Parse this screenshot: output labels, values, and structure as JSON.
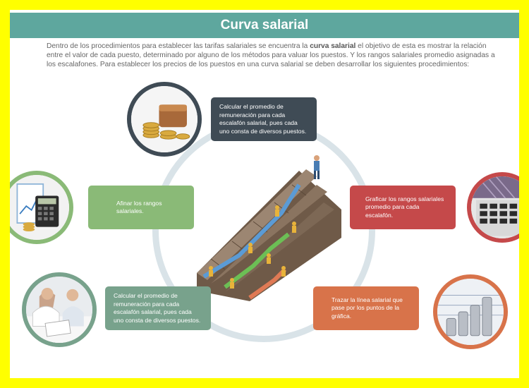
{
  "title": "Curva salarial",
  "intro": {
    "before": "Dentro de los procedimientos para establecer las tarifas salariales se encuentra la ",
    "bold": "curva salarial",
    "after": " el objetivo de esta  es mostrar la relación entre el valor de cada puesto, determinado por alguno de los métodos para valuar los puestos. Y los rangos salariales promedio asignadas a los escalafones. Para establecer los precios de los puestos en una curva salarial se deben desarrollar los siguientes procedimientos:"
  },
  "steps": {
    "top": "Calcular el promedio de remuneración para cada escalafón salarial, pues cada uno consta de diversos puestos.",
    "right": "Graficar los rangos salariales promedio para cada escalafón.",
    "bottom_right": "Trazar la línea salarial que pase por los puntos de la gráfica.",
    "bottom_left": "Calcular el promedio de remuneración para cada escalafón salarial, pues cada uno consta de diversos puestos.",
    "left": "Afinar los rangos salariales."
  },
  "colors": {
    "header": "#5ea79e",
    "step_top": "#3f4b55",
    "step_right": "#c5494a",
    "step_bottom_right": "#d8734a",
    "step_bottom_left": "#78a28c",
    "step_left": "#8aba77",
    "ring": "#d9e3e8"
  },
  "icons": {
    "top": "wallet-coins-icon",
    "left": "calculator-chart-icon",
    "right": "keyboard-calculator-icon",
    "bottom_left": "business-meeting-icon",
    "bottom_right": "coin-stacks-chart-icon",
    "center": "salary-staircase-illustration"
  }
}
